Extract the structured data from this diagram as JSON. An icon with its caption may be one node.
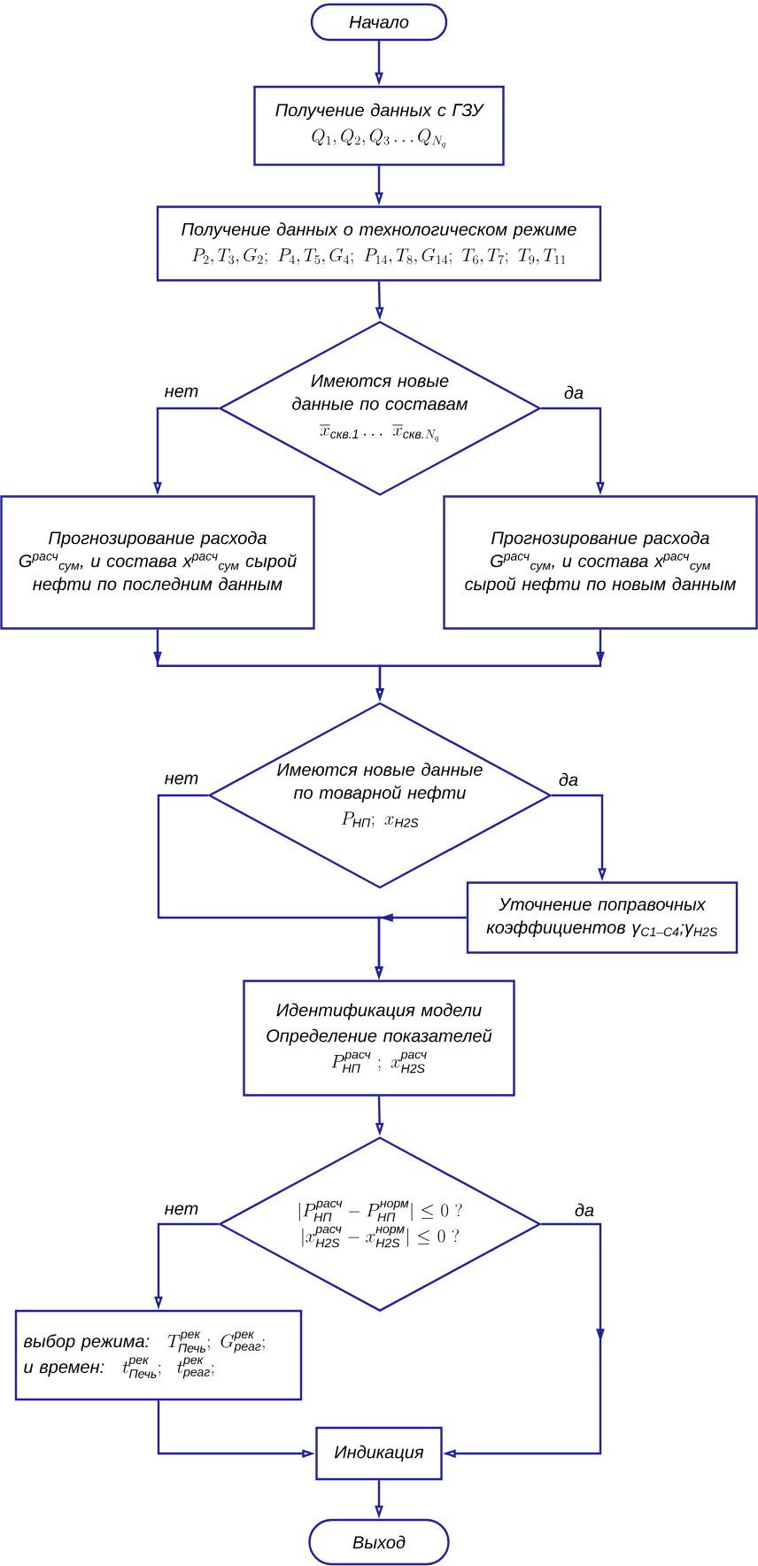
{
  "diagram": {
    "nodes": [
      {
        "text": [
          "Начало"
        ]
      },
      {
        "text": [
          "Получение данных с ГЗУ",
          "Q_1,Q_2,Q_3\\ldots Q_{N_q}"
        ]
      },
      {
        "text": [
          "Получение данных о технологическом режиме",
          "P_2,T_3,G_2;\\ P_4,T_5,G_4;\\ P_{14},T_8,G_{14};\\ T_6,T_7;\\ T_9,T_{11}"
        ]
      },
      {
        "text": [
          "Имеются новые данные по составам",
          "\\overline{x}_{\\text{скв.1}}\\ldots\\ \\overline{x}_{\\text{скв.}N_q}"
        ]
      },
      {
        "text": [
          "Прогнозирование расхода G$^{расч}$$_{сум}$, и состава x$^{расч}$$_{сум}$ сырой нефти по последним данным"
        ]
      },
      {
        "text": [
          "Прогнозирование расхода G$^{расч}$$_{сум}$, и состава x$^{расч}$$_{сум}$ сырой нефти по новым данным"
        ]
      },
      {
        "text": [
          "Имеются новые данные по товарной нефти",
          "P_{\\text{НП}};\\ x_{\\text{H2S}}"
        ]
      },
      {
        "text": [
          "Уточнение поправочных коэффициентов γ$_{C1–C4}$;γ$_{H2S}$"
        ]
      },
      {
        "text": [
          "Идентификация модели",
          "Определение показателей",
          "P^{\\text{расч}}_{\\text{НП}}\\ ;\\ x^{\\text{расч}}_{\\text{H2S}}"
        ]
      },
      {
        "text": [
          "|P^{\\text{расч}}_{\\text{НП}}-P^{\\text{норм}}_{\\text{НП}}|\\leq 0\\ ?",
          "|x^{\\text{расч}}_{\\text{H2S}}-x^{\\text{норм}}_{\\text{H2S}}|\\leq 0\\ ?"
        ]
      },
      {
        "text": [
          "\\text{выбор режима:}\\quad T^{\\text{рек}}_{\\text{Печь}};\\ G^{\\text{рек}}_{\\text{реаг}};",
          "\\text{и времен:}\\quad t^{\\text{рек}}_{\\text{Печь}};\\ \\ t^{\\text{рек}}_{\\text{реаг}};"
        ]
      },
      {
        "text": [
          "Индикация"
        ]
      },
      {
        "text": [
          "Выход"
        ]
      }
    ],
    "edges": [
      {
        "from": 0,
        "to": 1,
        "arrow": "to"
      },
      {
        "from": 1,
        "to": 2,
        "arrow": "to"
      },
      {
        "from": 2,
        "to": 3,
        "arrow": "to"
      },
      {
        "from": 3,
        "to": 4,
        "arrow": "to",
        "label": "нет"
      },
      {
        "from": 3,
        "to": 5,
        "arrow": "to",
        "label": "да"
      },
      {
        "from": 4,
        "to": 6,
        "arrow": "to"
      },
      {
        "from": 5,
        "to": 6,
        "arrow": "to"
      },
      {
        "from": 6,
        "to": 8,
        "arrow": "to",
        "label": "нет"
      },
      {
        "from": 6,
        "to": 7,
        "arrow": "to",
        "label": "да"
      },
      {
        "from": 7,
        "to": 8,
        "arrow": "to"
      },
      {
        "from": 8,
        "to": 9,
        "arrow": "to"
      },
      {
        "from": 9,
        "to": 10,
        "arrow": "to",
        "label": "нет"
      },
      {
        "from": 9,
        "to": 11,
        "arrow": "to",
        "label": "да"
      },
      {
        "from": 10,
        "to": 11,
        "arrow": "to"
      },
      {
        "from": 11,
        "to": 12,
        "arrow": "to"
      }
    ]
  }
}
